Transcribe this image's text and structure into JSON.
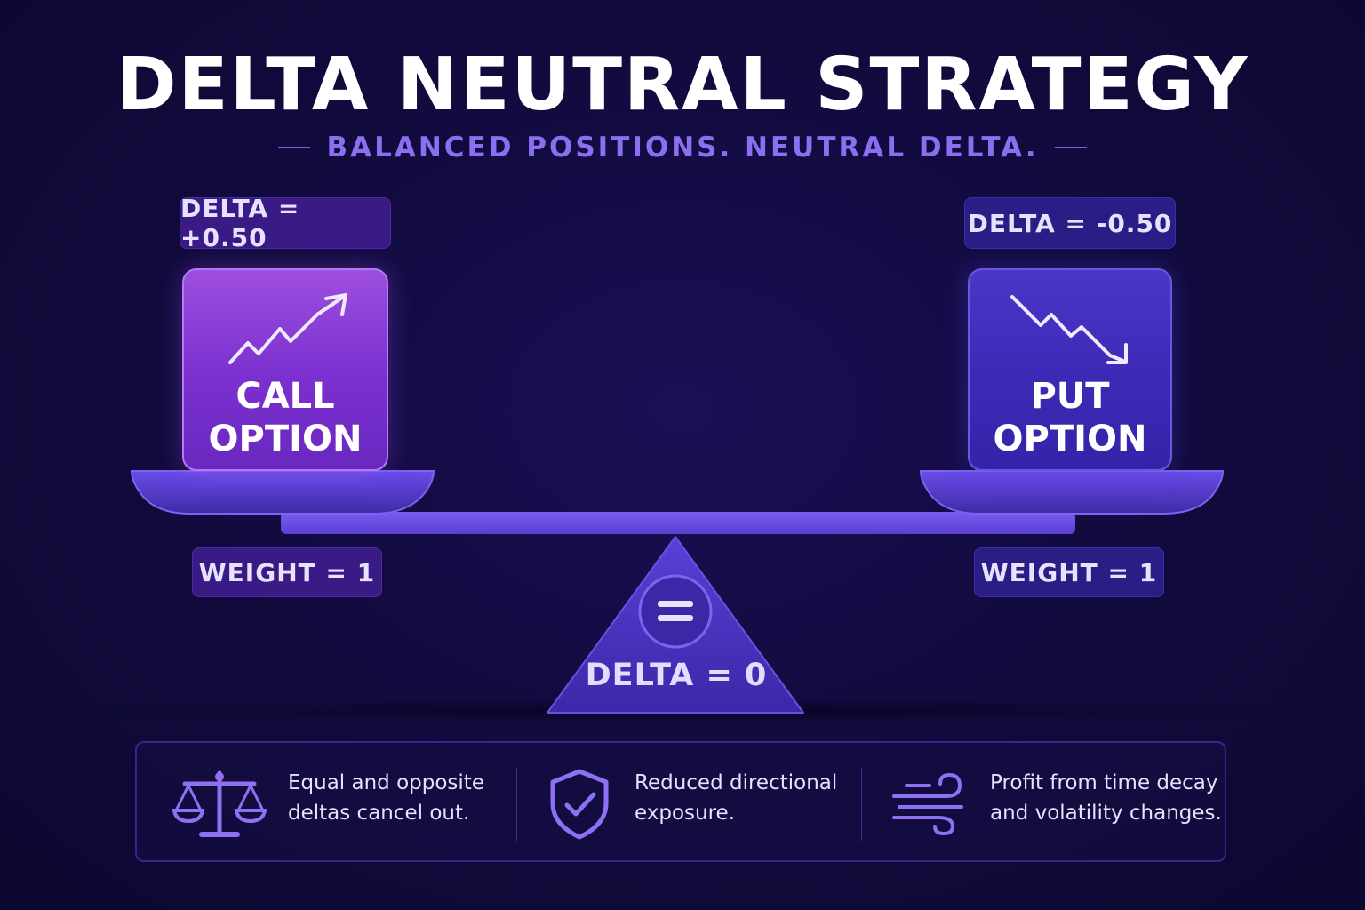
{
  "header": {
    "title": "DELTA NEUTRAL STRATEGY",
    "subtitle": "BALANCED POSITIONS. NEUTRAL DELTA."
  },
  "left": {
    "delta_label": "DELTA = +0.50",
    "option_label": "CALL\nOPTION",
    "weight_label": "WEIGHT = 1",
    "icon": "trend-up-arrow-icon"
  },
  "right": {
    "delta_label": "DELTA = -0.50",
    "option_label": "PUT\nOPTION",
    "weight_label": "WEIGHT = 1",
    "icon": "trend-down-arrow-icon"
  },
  "fulcrum": {
    "label": "DELTA = 0",
    "icon": "equals-icon"
  },
  "features": [
    {
      "icon": "scales-icon",
      "text": "Equal and opposite\ndeltas cancel out."
    },
    {
      "icon": "shield-check-icon",
      "text": "Reduced directional\nexposure."
    },
    {
      "icon": "wind-icon",
      "text": "Profit from time decay\nand volatility changes."
    }
  ],
  "colors": {
    "background": "#120b40",
    "call": "#8a3fd8",
    "put": "#3f2dbc",
    "beam": "#6b4ee6",
    "accent": "#8c6ef0"
  }
}
